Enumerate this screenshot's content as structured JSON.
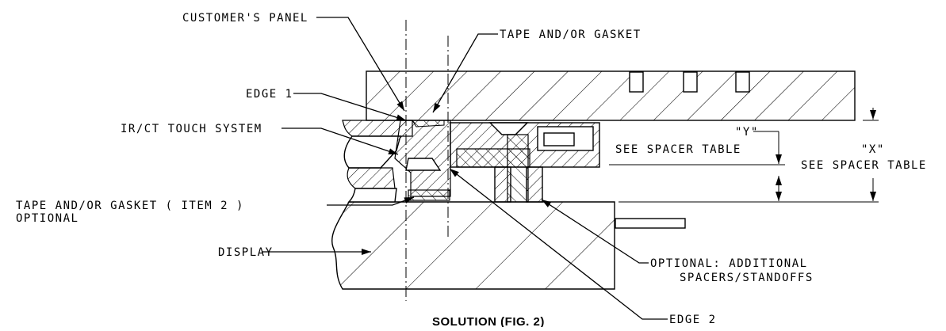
{
  "labels": {
    "customers_panel": "CUSTOMER'S PANEL",
    "tape_gasket_top": "TAPE AND/OR GASKET",
    "edge1": "EDGE 1",
    "touch_system": "IR/CT TOUCH SYSTEM",
    "y_dim": "\"Y\"",
    "y_see": "SEE SPACER TABLE",
    "x_dim": "\"X\"",
    "x_see": "SEE SPACER TABLE",
    "tape_item2_line1": "TAPE AND/OR GASKET ( ITEM 2 )",
    "tape_item2_line2": "OPTIONAL",
    "display": "DISPLAY",
    "optional_line1": "OPTIONAL: ADDITIONAL",
    "optional_line2": "SPACERS/STANDOFFS",
    "edge2": "EDGE 2",
    "caption": "SOLUTION (FIG. 2)"
  },
  "colors": {
    "ink": "#000000",
    "paper": "#ffffff"
  }
}
